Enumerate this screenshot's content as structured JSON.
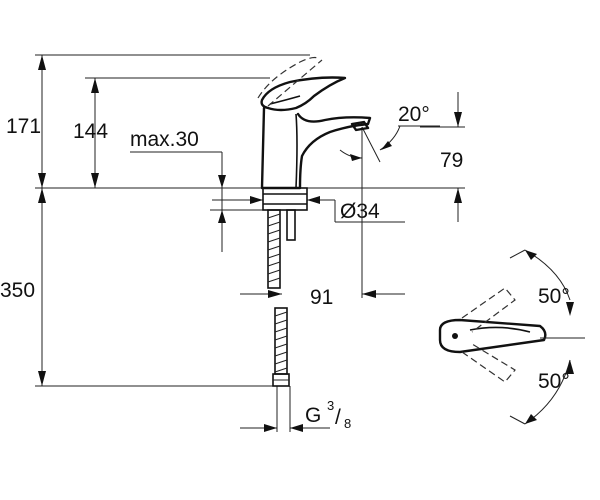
{
  "drawing": {
    "dimensions": {
      "total_height": "171",
      "spout_height": "144",
      "max_thickness": "max.30",
      "spout_angle": "20°",
      "spout_clearance": "79",
      "base_diameter": "Ø34",
      "hose_length": "350",
      "projection": "91",
      "thread": "G",
      "thread_num": "3",
      "thread_den": "8",
      "rotation_left": "50°",
      "rotation_right": "50°"
    },
    "colors": {
      "ink": "#111111",
      "background": "#ffffff"
    }
  }
}
